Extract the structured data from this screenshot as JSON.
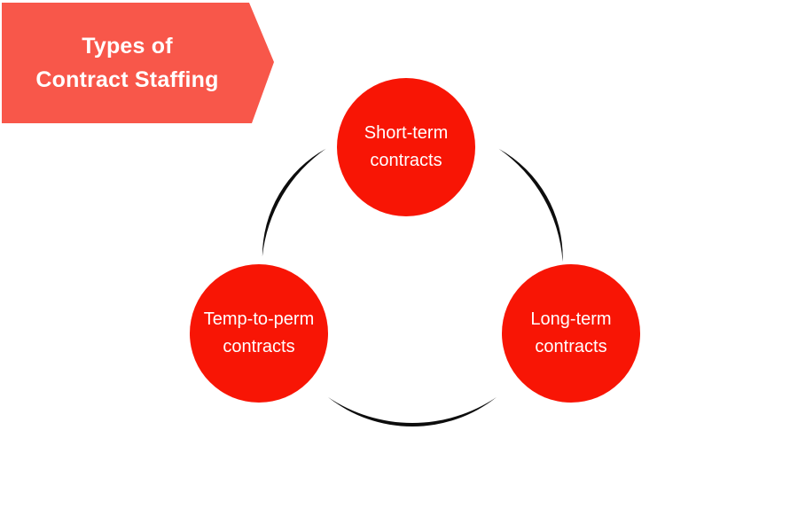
{
  "banner": {
    "line1": "Types of",
    "line2": "Contract Staffing"
  },
  "nodes": [
    {
      "line1": "Short-term",
      "line2": "contracts"
    },
    {
      "line1": "Temp-to-perm",
      "line2": "contracts"
    },
    {
      "line1": "Long-term",
      "line2": "contracts"
    }
  ],
  "colors": {
    "background": "#FFFFFF",
    "banner": "#F8574A",
    "node": "#F81505",
    "arc": "#0D0D0D",
    "text": "#FFFFFF"
  }
}
